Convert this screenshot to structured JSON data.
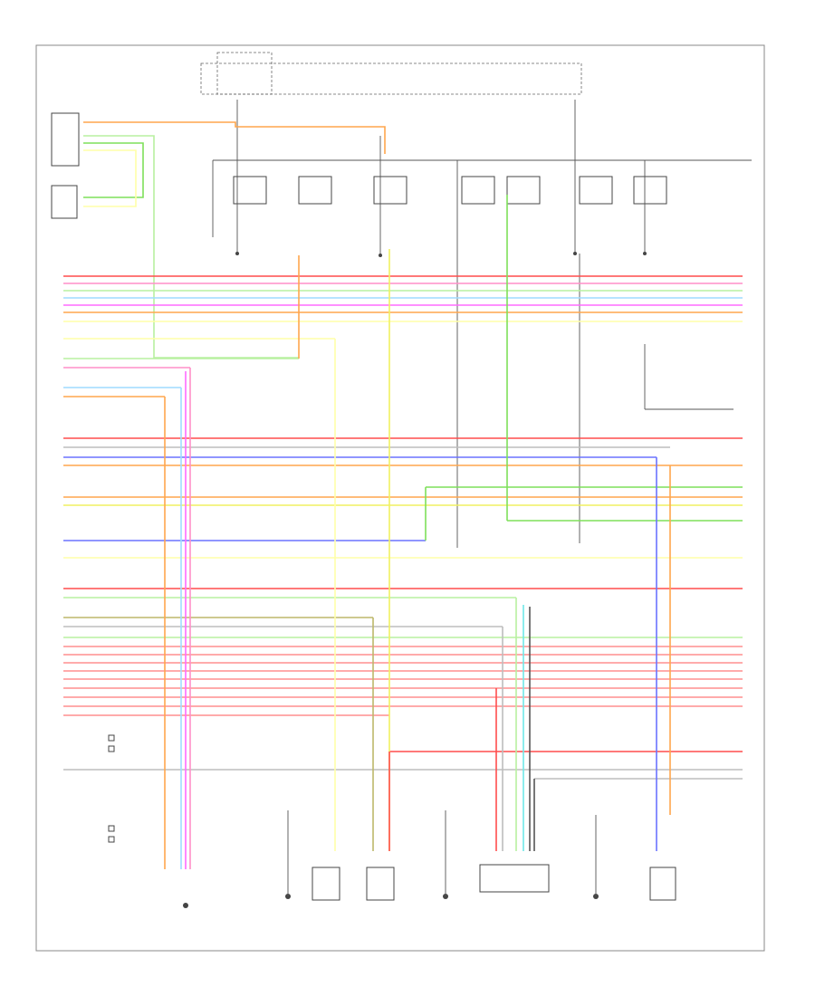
{
  "diagram": {
    "figure_id": "",
    "components": [
      {
        "id": "pcm_left",
        "label": ""
      },
      {
        "id": "fuse_block",
        "label": ""
      },
      {
        "id": "relay_block",
        "label": ""
      },
      {
        "id": "sensor_a",
        "label": ""
      },
      {
        "id": "sensor_b",
        "label": ""
      },
      {
        "id": "sensor_c",
        "label": ""
      },
      {
        "id": "sensor_d",
        "label": ""
      },
      {
        "id": "sensor_e",
        "label": ""
      },
      {
        "id": "sensor_f",
        "label": ""
      },
      {
        "id": "sensor_g",
        "label": ""
      }
    ],
    "wire_colors": {
      "red": "#ff4d4d",
      "pink": "#ff8fc8",
      "orange": "#ffa64d",
      "yellow": "#f0f060",
      "lightyellow": "#ffffa8",
      "green": "#7ee05a",
      "lightgreen": "#b8f0a0",
      "blue": "#6b73ff",
      "lightblue": "#9fdcff",
      "cyan": "#6fe8e8",
      "magenta": "#ff6bff",
      "gray": "#bdbdbd",
      "olive": "#bdb76b",
      "brown": "#c8a060",
      "black": "#555555"
    }
  }
}
